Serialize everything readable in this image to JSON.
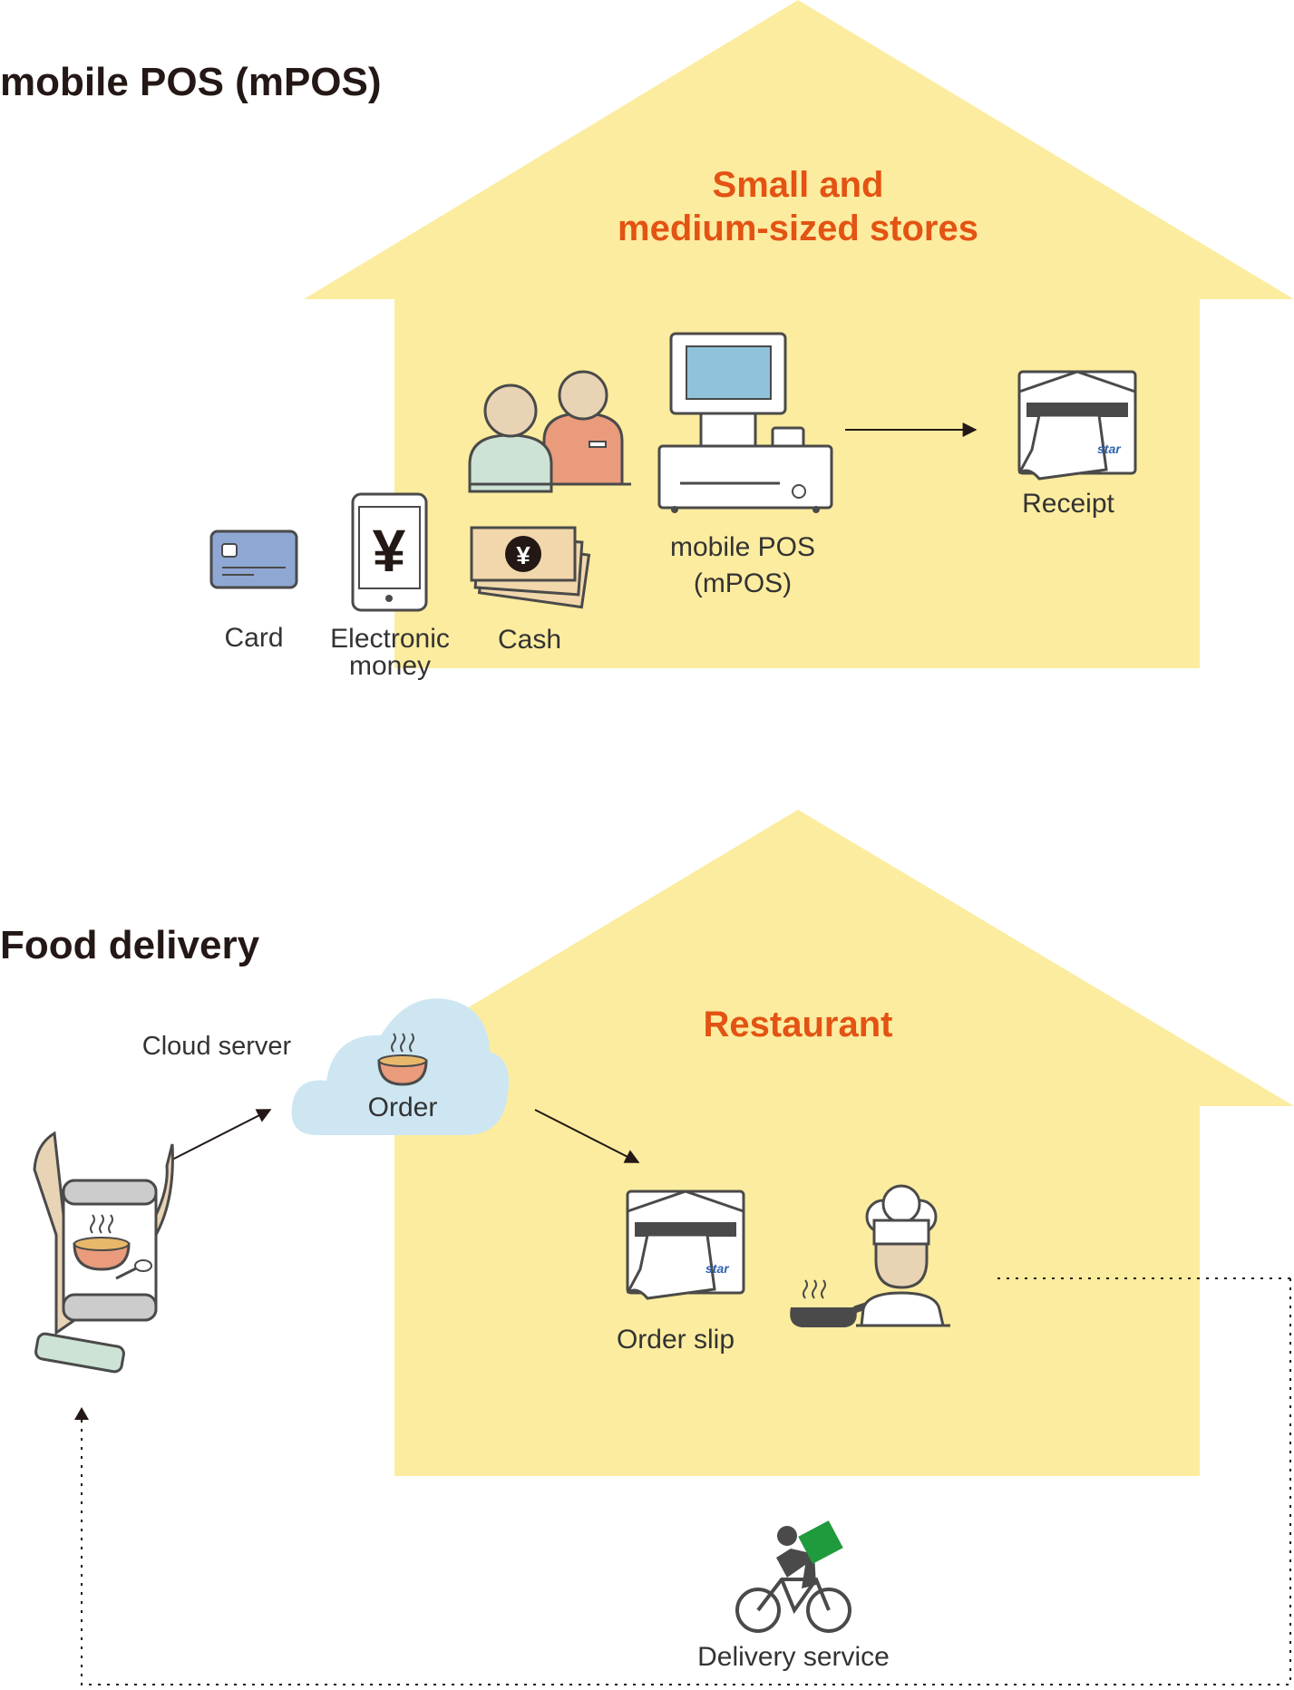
{
  "colors": {
    "house_fill": "#fcec9f",
    "accent_orange": "#e35313",
    "text_dark": "#231815",
    "outline": "#4a4a4a",
    "card_blue": "#8fa7d3",
    "screen_blue": "#8ec3da",
    "cloud_blue": "#cde6f2",
    "cash_tan": "#f1d7ab",
    "person_green": "#cde3d5",
    "person_salmon": "#e99b7b",
    "skin": "#e8d3b5",
    "bag_green": "#1f9a3c"
  },
  "mpos": {
    "section_title": "mobile POS (mPOS)",
    "house_title_line1": "Small and",
    "house_title_line2": "medium-sized stores",
    "terminal_label_line1": "mobile POS",
    "terminal_label_line2": "(mPOS)",
    "receipt_label": "Receipt",
    "payments": {
      "card": "Card",
      "emoney_line1": "Electronic",
      "emoney_line2": "money",
      "cash": "Cash"
    },
    "icons": [
      "people-icon",
      "pos-terminal-icon",
      "receipt-printer-icon",
      "card-icon",
      "smartphone-yen-icon",
      "cash-icon",
      "arrow-right-icon"
    ]
  },
  "food": {
    "section_title": "Food delivery",
    "house_title": "Restaurant",
    "cloud_label": "Cloud server",
    "cloud_inner_label": "Order",
    "slip_label": "Order slip",
    "delivery_label": "Delivery service",
    "icons": [
      "hand-phone-icon",
      "cloud-icon",
      "soup-bowl-icon",
      "printer-icon",
      "chef-icon",
      "frying-pan-icon",
      "cyclist-icon"
    ]
  }
}
